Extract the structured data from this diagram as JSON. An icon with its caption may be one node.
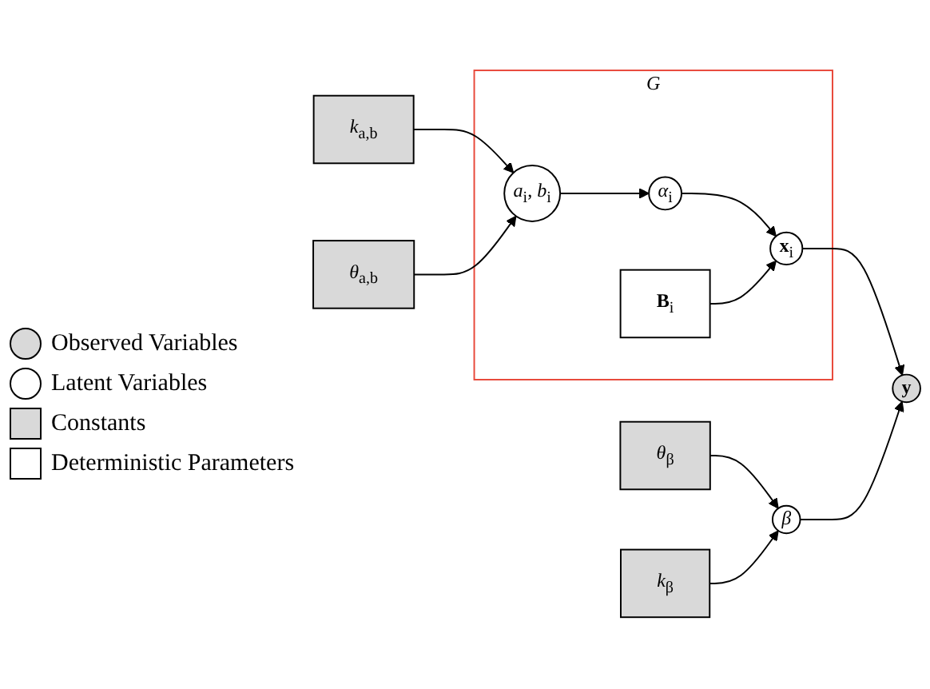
{
  "diagram": {
    "nodes": [
      {
        "text": [
          "*G*"
        ]
      },
      {
        "text": [
          "**B**$_{i}$"
        ],
        "in": 0
      },
      {
        "text": [
          "*k*$_{a,b}$"
        ]
      },
      {
        "text": [
          "*a*$_{i}$, *b*$_{i}$"
        ],
        "in": 0
      },
      {
        "text": [
          "*α*$_{i}$"
        ],
        "in": 0
      },
      {
        "text": [
          "**x**$_{i}$"
        ],
        "in": 0
      },
      {
        "text": [
          "**y**"
        ]
      },
      {
        "text": [
          "*θ*$_{a,b}$"
        ]
      },
      {
        "text": [
          "*β*"
        ]
      },
      {
        "text": [
          "*θ*$_{β}$"
        ]
      },
      {
        "text": [
          "*k*$_{β}$"
        ]
      }
    ],
    "edges": [
      {
        "from": 2,
        "to": 3,
        "arrow": "to"
      },
      {
        "from": 7,
        "to": 3,
        "arrow": "to"
      },
      {
        "from": 3,
        "to": 4,
        "arrow": "to"
      },
      {
        "from": 4,
        "to": 5,
        "arrow": "to"
      },
      {
        "from": 1,
        "to": 5,
        "arrow": "to"
      },
      {
        "from": 5,
        "to": 6,
        "arrow": "to"
      },
      {
        "from": 8,
        "to": 6,
        "arrow": "to"
      },
      {
        "from": 9,
        "to": 8,
        "arrow": "to"
      },
      {
        "from": 10,
        "to": 8,
        "arrow": "to"
      }
    ],
    "legend": [
      {
        "text": "Observed Variables"
      },
      {
        "text": "Latent Variables"
      },
      {
        "text": "Constants"
      },
      {
        "text": "Deterministic Parameters"
      }
    ]
  }
}
